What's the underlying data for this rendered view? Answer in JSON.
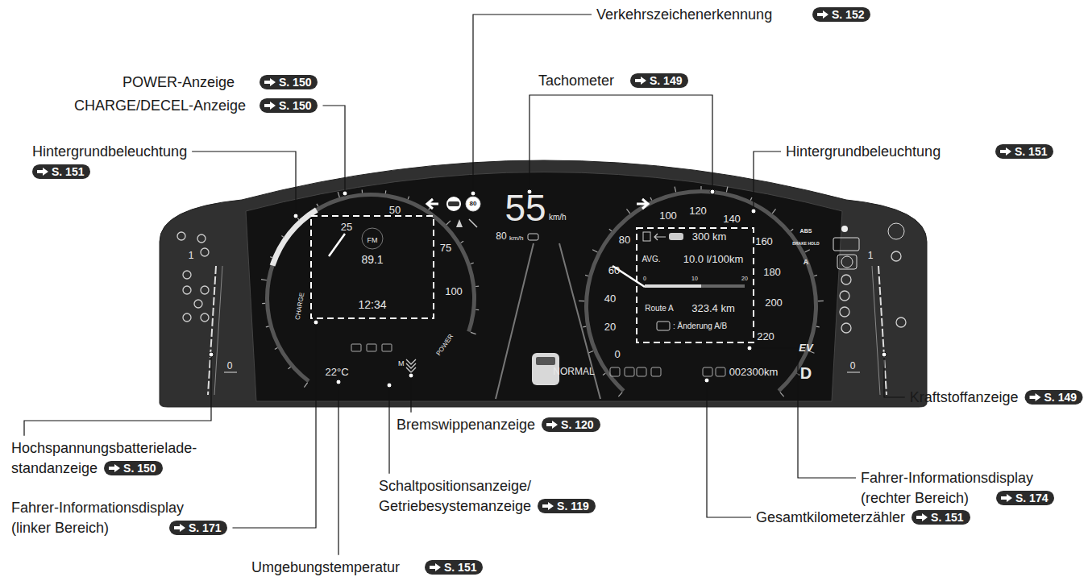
{
  "diagram": {
    "labels": [
      "Verkehrszeichenerkennung",
      "S. 152",
      "POWER-Anzeige",
      "S. 150",
      "CHARGE/DECEL-Anzeige",
      "S. 150",
      "Tachometer",
      "S. 149",
      "Hintergrundbeleuchtung",
      "S. 151",
      "Hintergrundbeleuchtung",
      "S. 151",
      "Hochspannungsbatterielade-",
      "standanzeige",
      "S. 150",
      "Fahrer-Informationsdisplay",
      "(linker Bereich)",
      "S. 171",
      "Bremswippenanzeige",
      "S. 120",
      "Schaltpositionsanzeige/",
      "Getriebesystemanzeige",
      "S. 119",
      "Umgebungstemperatur",
      "S. 151",
      "Fahrer-Informationsdisplay",
      "(rechter Bereich)",
      "S. 174",
      "Gesamtkilometerzähler",
      "S. 151",
      "Kraftstoffanzeige",
      "S. 149",
      "25",
      "50",
      "75",
      "100",
      "CHARGE",
      "POWER",
      "FM",
      "89.1",
      "12:34",
      "55",
      "km/h",
      "80",
      "km/h",
      "80",
      "100",
      "120",
      "140",
      "160",
      "180",
      "200",
      "220",
      "60",
      "40",
      "20",
      "0",
      "300 km",
      "AVG.",
      "10.0 l/100km",
      "0",
      "10",
      "20",
      "Route A",
      "323.4 km",
      ": Änderung A/B",
      "EV",
      "22°C",
      "D",
      "M",
      "NORMAL",
      "002300km",
      "1",
      "0",
      "1",
      "0",
      "BRAKE HOLD",
      "ABS",
      "A",
      "80"
    ]
  }
}
